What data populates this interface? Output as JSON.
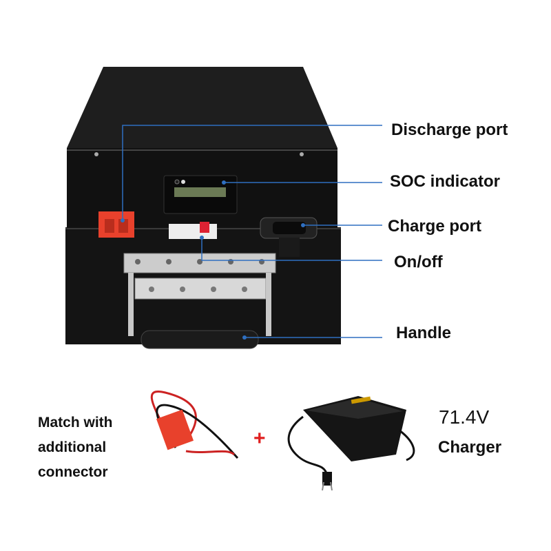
{
  "callouts": {
    "discharge_port": "Discharge  port",
    "soc_indicator": "SOC indicator",
    "charge_port": "Charge port",
    "on_off": "On/off",
    "handle": "Handle"
  },
  "accessories": {
    "connector_text": [
      "Match with",
      "additional",
      "connector"
    ],
    "plus": "+",
    "charger_voltage": "71.4V",
    "charger_label": "Charger"
  },
  "colors": {
    "callout_line": "#2f6fc0",
    "connector_red": "#e8412c"
  }
}
